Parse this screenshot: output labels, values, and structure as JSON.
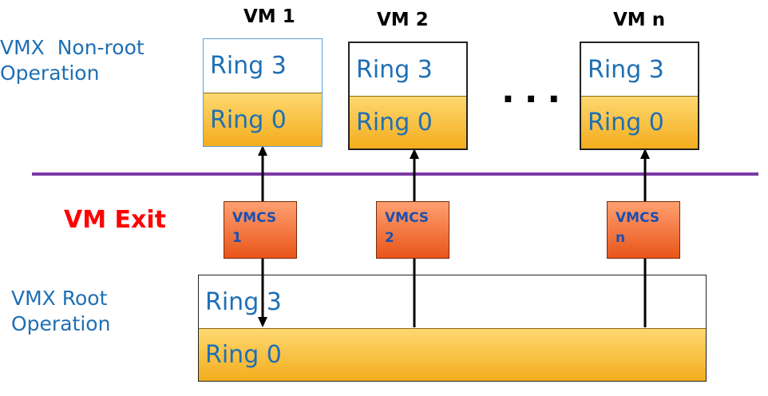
{
  "labels": {
    "nonroot": "VMX  Non-root\nOperation",
    "root": "VMX Root\nOperation",
    "vm_exit": "VM Exit",
    "ellipsis": "..."
  },
  "vms": [
    {
      "title": "VM 1",
      "ring3": "Ring 3",
      "ring0": "Ring 0",
      "vmcs": "VMCS\n1"
    },
    {
      "title": "VM 2",
      "ring3": "Ring 3",
      "ring0": "Ring 0",
      "vmcs": "VMCS\n2"
    },
    {
      "title": "VM n",
      "ring3": "Ring 3",
      "ring0": "Ring 0",
      "vmcs": "VMCS\nn"
    }
  ],
  "root_rings": {
    "ring3": "Ring 3",
    "ring0": "Ring 0"
  },
  "colors": {
    "label_blue": "#1f6fb4",
    "divider_purple": "#7b3aa6",
    "vm_exit_red": "#ff0000",
    "ring0_gold": "#f4ad1d",
    "vmcs_orange": "#e8551a"
  }
}
